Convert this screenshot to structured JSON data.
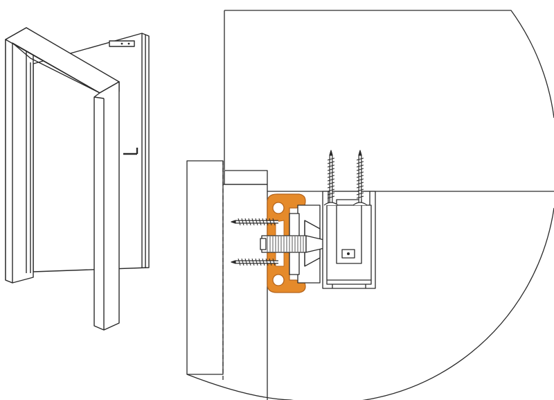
{
  "diagram": {
    "figure": "technical-drawing",
    "views": [
      {
        "id": "door-overview",
        "icon": "open-door-icon"
      },
      {
        "id": "closer-detail",
        "icon": "magnified-section-icon"
      }
    ],
    "parts": {
      "screws": [
        "wood-screw",
        "wood-screw",
        "wood-screw",
        "wood-screw"
      ],
      "bracket": "closer-mounting-bracket",
      "channel": "guide-rail-channel"
    },
    "colors": {
      "line": "#2a2a2a",
      "accent": "#e58a2a",
      "accent_dark": "#b5651d",
      "fill": "#ffffff",
      "hatch": "#555555"
    }
  }
}
